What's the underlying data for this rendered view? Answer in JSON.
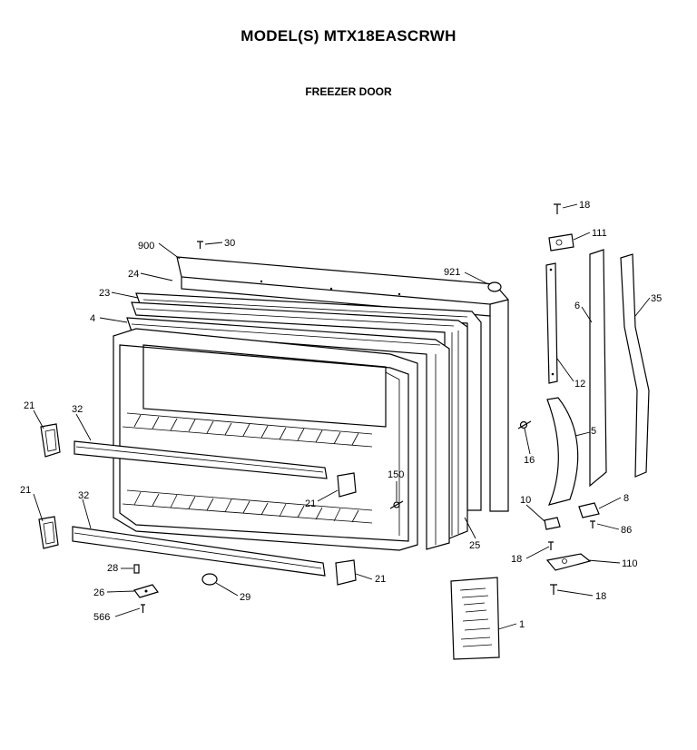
{
  "header": {
    "model": "MODEL(S) MTX18EASCRWH",
    "section": "FREEZER DOOR"
  },
  "callouts": {
    "p18a": "18",
    "p111": "111",
    "p30": "30",
    "p900": "900",
    "p921": "921",
    "p24": "24",
    "p23": "23",
    "p35": "35",
    "p6": "6",
    "p4": "4",
    "p12": "12",
    "p21a": "21",
    "p32a": "32",
    "p5": "5",
    "p16": "16",
    "p150": "150",
    "p21b": "21",
    "p21c": "21",
    "p32b": "32",
    "p10": "10",
    "p8": "8",
    "p86": "86",
    "p25": "25",
    "p18b": "18",
    "p110": "110",
    "p28": "28",
    "p21d": "21",
    "p26": "26",
    "p29": "29",
    "p18c": "18",
    "p566": "566",
    "p1": "1"
  }
}
